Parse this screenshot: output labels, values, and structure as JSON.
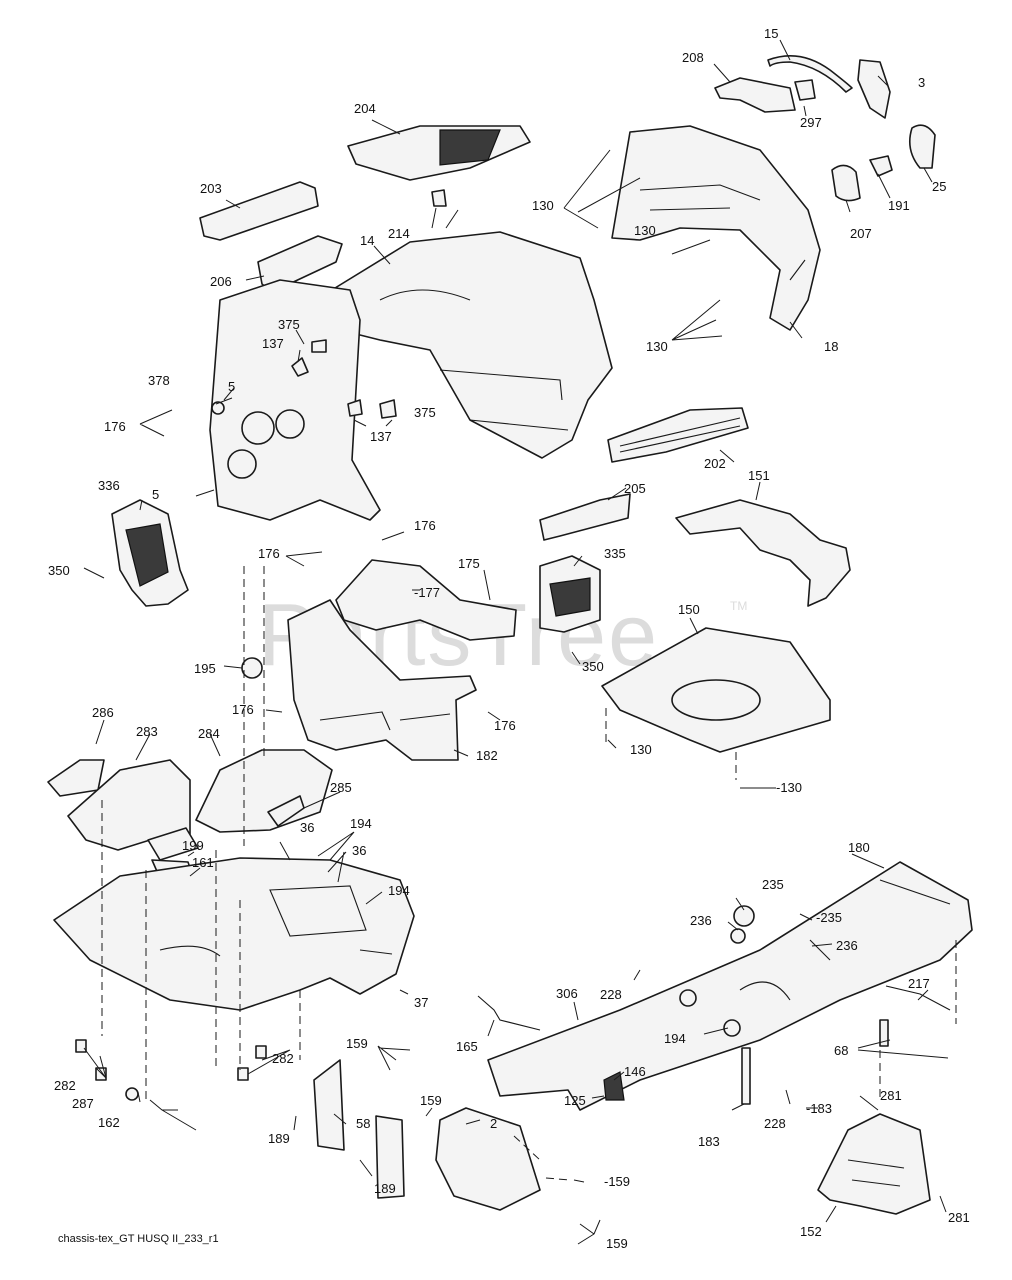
{
  "watermark": {
    "text": "PartsTree",
    "mark": "TM"
  },
  "footer": "chassis-tex_GT HUSQ II_233_r1",
  "callouts": {
    "c15": "15",
    "c208": "208",
    "c3": "3",
    "c297": "297",
    "c25": "25",
    "c204": "204",
    "c191": "191",
    "c207": "207",
    "c203": "203",
    "c214": "214",
    "c130a": "130",
    "c130b": "130",
    "c130c": "130",
    "c14": "14",
    "c206": "206",
    "c18": "18",
    "c375a": "375",
    "c137a": "137",
    "c378": "378",
    "c5a": "5",
    "c176a": "176",
    "c375b": "375",
    "c137b": "137",
    "c202": "202",
    "c5b": "5",
    "c336": "336",
    "c205": "205",
    "c151": "151",
    "c176b": "176",
    "c176c": "176",
    "c350a": "350",
    "c175": "175",
    "c177": "-177",
    "c335": "335",
    "c150": "150",
    "c195": "195",
    "c350b": "350",
    "c176d": "176",
    "c176e": "176",
    "c286": "286",
    "c283": "283",
    "c284": "284",
    "c182": "182",
    "c130d": "130",
    "c130e": "-130",
    "c285": "285",
    "c36a": "36",
    "c194a": "194",
    "c199": "199",
    "c36b": "36",
    "c161": "161",
    "c180": "180",
    "c194b": "194",
    "c235a": "235",
    "c236a": "236",
    "c235b": "-235",
    "c236b": "236",
    "c228a": "228",
    "c217": "217",
    "c306": "306",
    "c37": "37",
    "c165": "165",
    "c194c": "194",
    "c68": "68",
    "c282a": "282",
    "c282b": "282",
    "c159a": "159",
    "c146": "146",
    "c287": "287",
    "c159b": "159",
    "c58": "58",
    "c2": "2",
    "c125": "125",
    "c228b": "228",
    "c183a": "-183",
    "c162": "162",
    "c189a": "189",
    "c183b": "183",
    "c281a": "281",
    "c189b": "189",
    "c159c": "-159",
    "c281b": "281",
    "c152": "152",
    "c159d": "159"
  }
}
